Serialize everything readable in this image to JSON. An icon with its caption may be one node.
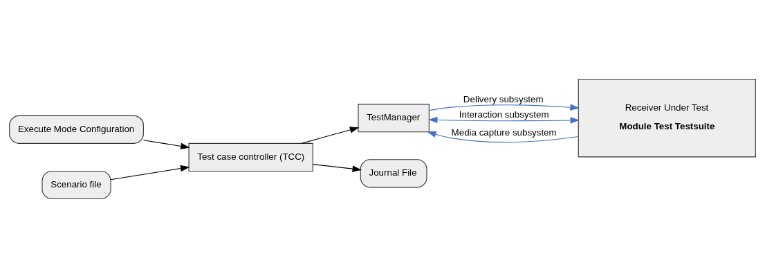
{
  "diagram": {
    "nodes": [
      {
        "text": [
          "Execute Mode Configuration"
        ]
      },
      {
        "text": [
          "Scenario file"
        ]
      },
      {
        "text": [
          "Test case controller (TCC)"
        ]
      },
      {
        "text": [
          "TestManager"
        ]
      },
      {
        "text": [
          "Receiver Under Test",
          "Module Test Testsuite"
        ]
      },
      {
        "text": [
          "Journal File"
        ]
      }
    ],
    "edges": [
      {
        "from": 0,
        "to": 2,
        "arrow": "to"
      },
      {
        "from": 1,
        "to": 2,
        "arrow": "to"
      },
      {
        "from": 2,
        "to": 3,
        "arrow": "to"
      },
      {
        "from": 2,
        "to": 5,
        "arrow": "to"
      },
      {
        "from": 3,
        "to": 4,
        "arrow": "to",
        "label": "Delivery subsystem",
        "color": "#4472c4"
      },
      {
        "from": 3,
        "to": 4,
        "arrow": "both",
        "label": "Interaction subsystem",
        "color": "#4472c4"
      },
      {
        "from": 4,
        "to": 3,
        "arrow": "to",
        "label": "Media capture subsystem",
        "color": "#4472c4"
      }
    ]
  }
}
